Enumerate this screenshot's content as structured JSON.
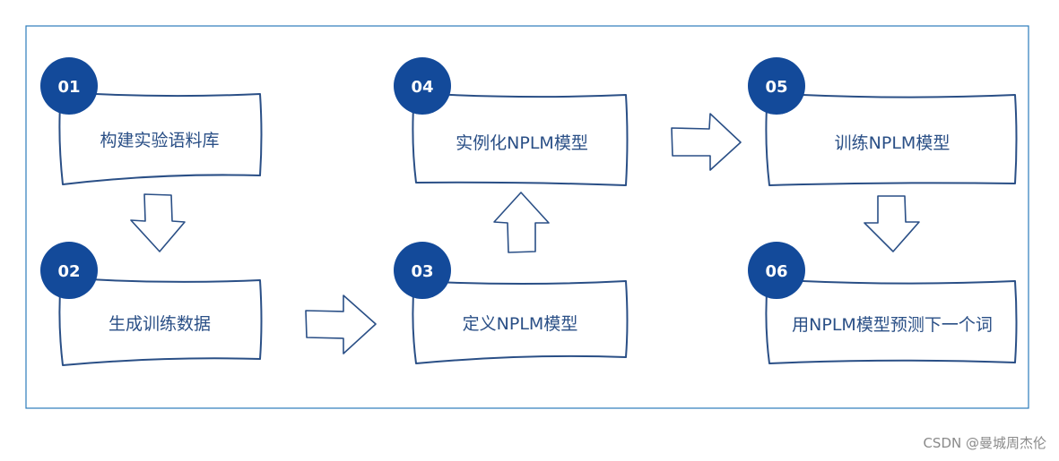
{
  "colors": {
    "accent": "#134a9a",
    "text": "#2a4f86",
    "frame": "#2c7cba",
    "watermark": "#8a8a8a"
  },
  "steps": [
    {
      "num": "01",
      "label": "构建实验语料库"
    },
    {
      "num": "02",
      "label": "生成训练数据"
    },
    {
      "num": "03",
      "label": "定义NPLM模型"
    },
    {
      "num": "04",
      "label": "实例化NPLM模型"
    },
    {
      "num": "05",
      "label": "训练NPLM模型"
    },
    {
      "num": "06",
      "label": "用NPLM模型预测下一个词"
    }
  ],
  "watermark": "CSDN @曼城周杰伦"
}
